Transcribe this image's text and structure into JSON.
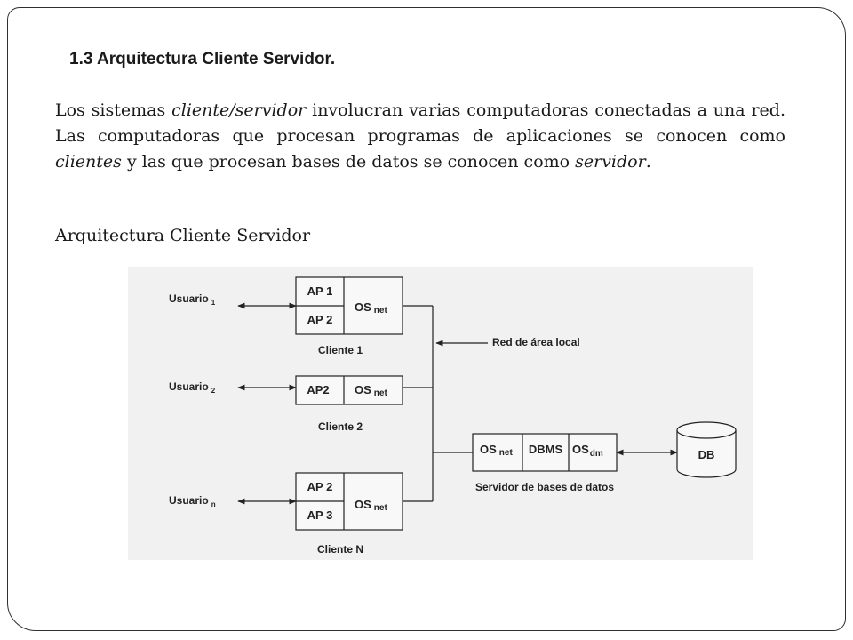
{
  "slide": {
    "heading": "1.3 Arquitectura Cliente Servidor.",
    "paragraph": {
      "p1": "Los sistemas ",
      "term_cs": "cliente/servidor",
      "p2": " involucran varias computadoras conectadas a una red. Las computadoras que procesan programas de aplicaciones se conocen como ",
      "term_clients": "clientes",
      "p3": " y las que procesan bases de datos se conocen como ",
      "term_server": "servidor",
      "p4": "."
    },
    "subheading": "Arquitectura Cliente Servidor"
  },
  "diagram": {
    "users": [
      {
        "label": "Usuario",
        "sub": "1"
      },
      {
        "label": "Usuario",
        "sub": "2"
      },
      {
        "label": "Usuario",
        "sub": "n"
      }
    ],
    "clients": [
      {
        "name": "Cliente 1",
        "apps": [
          "AP 1",
          "AP 2"
        ],
        "os": "OS",
        "os_sub": "net"
      },
      {
        "name": "Cliente 2",
        "apps": [
          "AP2"
        ],
        "os": "OS",
        "os_sub": "net"
      },
      {
        "name": "Cliente N",
        "apps": [
          "AP 2",
          "AP 3"
        ],
        "os": "OS",
        "os_sub": "net"
      }
    ],
    "network_label": "Red de área local",
    "server": {
      "name": "Servidor de bases de datos",
      "os_net": "OS",
      "os_net_sub": "net",
      "dbms": "DBMS",
      "os_dm": "OS",
      "os_dm_sub": "dm"
    },
    "db_label": "DB"
  }
}
